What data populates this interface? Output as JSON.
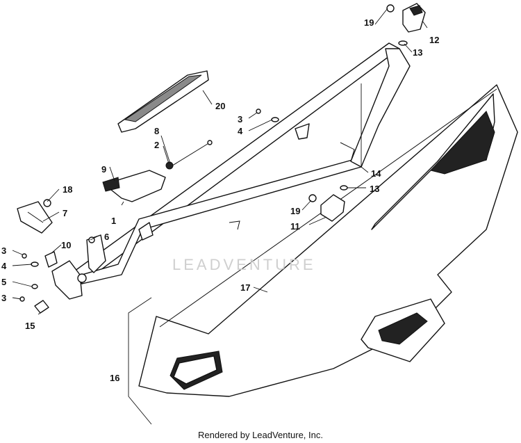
{
  "callouts": {
    "c1": "1",
    "c2": "2",
    "c3a": "3",
    "c3b": "3",
    "c3c": "3",
    "c4a": "4",
    "c4b": "4",
    "c5": "5",
    "c6": "6",
    "c7": "7",
    "c8": "8",
    "c9": "9",
    "c10": "10",
    "c11": "11",
    "c12": "12",
    "c13a": "13",
    "c13b": "13",
    "c14": "14",
    "c15": "15",
    "c16": "16",
    "c17": "17",
    "c18": "18",
    "c19a": "19",
    "c19b": "19",
    "c20": "20"
  },
  "watermark": "LEADVENTURE",
  "footer": "Rendered by LeadVenture, Inc."
}
